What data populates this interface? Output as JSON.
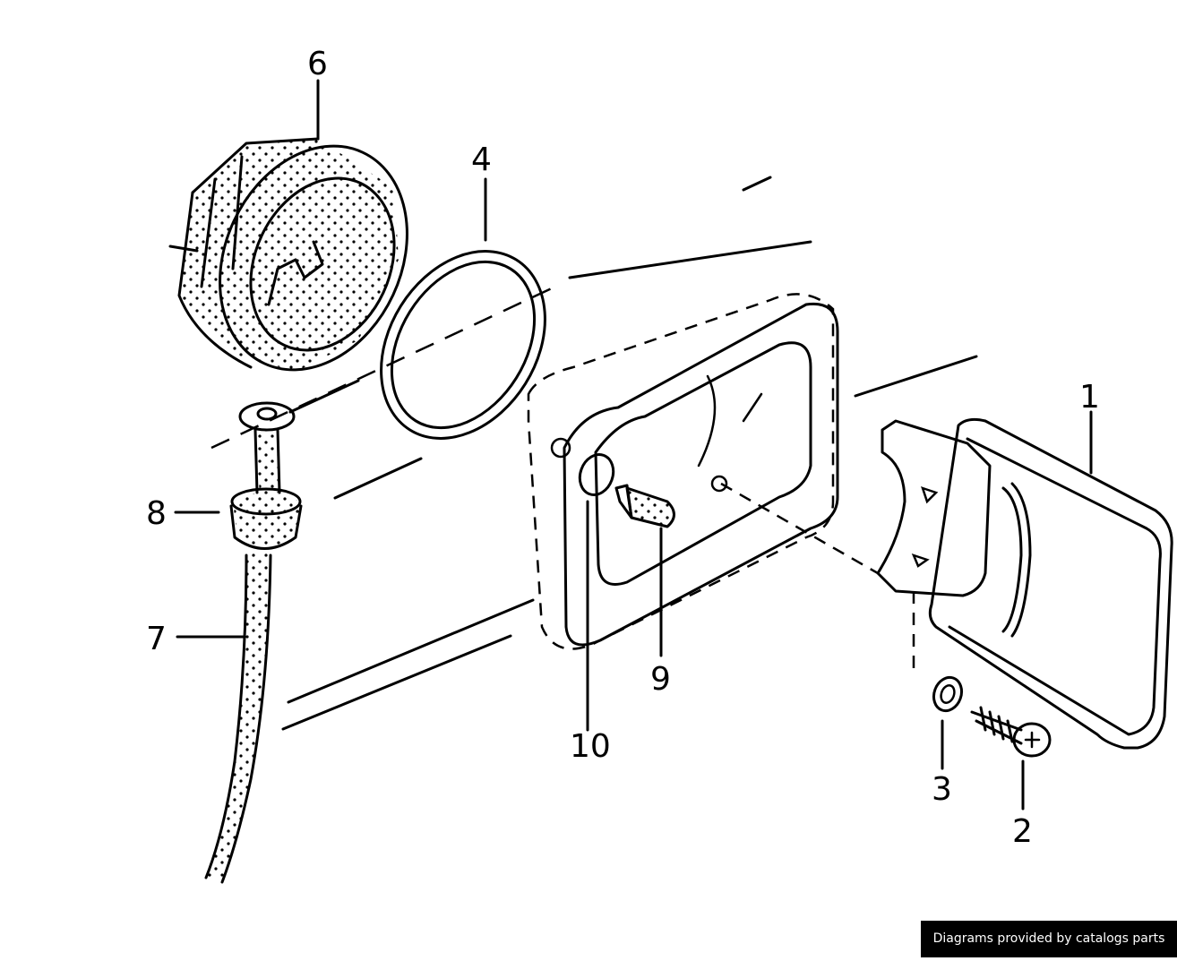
{
  "diagram": {
    "callouts": [
      {
        "id": "1",
        "label": "1",
        "part": "fuel-flap"
      },
      {
        "id": "2",
        "label": "2",
        "part": "screw"
      },
      {
        "id": "3",
        "label": "3",
        "part": "washer"
      },
      {
        "id": "4",
        "label": "4",
        "part": "seal-ring"
      },
      {
        "id": "6",
        "label": "6",
        "part": "filler-housing"
      },
      {
        "id": "7",
        "label": "7",
        "part": "drain-hose"
      },
      {
        "id": "8",
        "label": "8",
        "part": "grommet"
      },
      {
        "id": "9",
        "label": "9",
        "part": "buffer-stop"
      },
      {
        "id": "10",
        "label": "10",
        "part": "o-ring"
      }
    ]
  },
  "footer": {
    "credit": "Diagrams provided by catalogs parts",
    "background": "#000000",
    "color": "#ffffff"
  }
}
